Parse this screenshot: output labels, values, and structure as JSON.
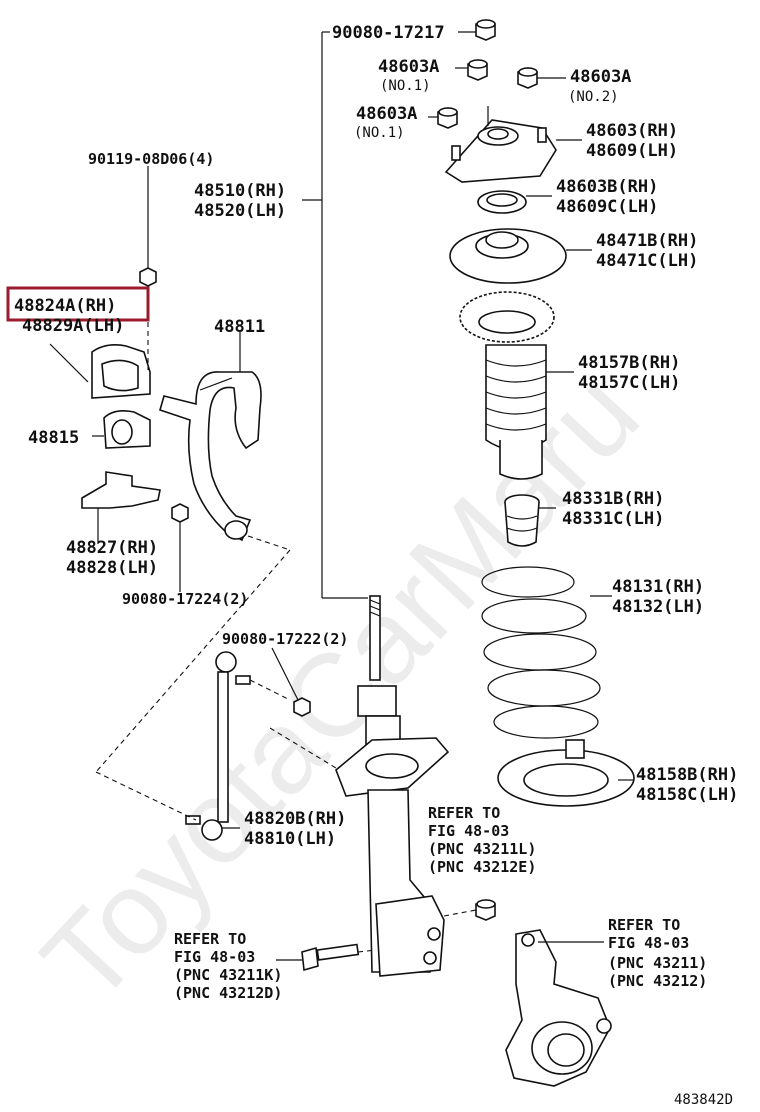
{
  "labels": {
    "p90080_17217": "90080-17217",
    "p48603a_1": "48603A",
    "p48603a_1_no": "(NO.1)",
    "p48603a_2": "48603A",
    "p48603a_2_no": "(NO.2)",
    "p48603a_3": "48603A",
    "p48603a_3_no": "(NO.1)",
    "p48603_rh": "48603(RH)",
    "p48609_lh": "48609(LH)",
    "p90119": "90119-08D06(4)",
    "p48510_rh": "48510(RH)",
    "p48520_lh": "48520(LH)",
    "p48603b_rh": "48603B(RH)",
    "p48609c_lh": "48609C(LH)",
    "p48471b_rh": "48471B(RH)",
    "p48471c_lh": "48471C(LH)",
    "p48824a_rh": "48824A(RH)",
    "p48829a_lh": "48829A(LH)",
    "p48811": "48811",
    "p48157b_rh": "48157B(RH)",
    "p48157c_lh": "48157C(LH)",
    "p48815": "48815",
    "p48331b_rh": "48331B(RH)",
    "p48331c_lh": "48331C(LH)",
    "p48827_rh": "48827(RH)",
    "p48828_lh": "48828(LH)",
    "p90080_17224": "90080-17224(2)",
    "p48131_rh": "48131(RH)",
    "p48132_lh": "48132(LH)",
    "p90080_17222": "90080-17222(2)",
    "p48158b_rh": "48158B(RH)",
    "p48158c_lh": "48158C(LH)",
    "p48820b_rh": "48820B(RH)",
    "p48810_lh": "48810(LH)",
    "ref1_l1": "REFER TO",
    "ref1_l2": "FIG 48-03",
    "ref1_l3": "(PNC 43211L)",
    "ref1_l4": "(PNC 43212E)",
    "ref2_l1": "REFER TO",
    "ref2_l2": "FIG 48-03",
    "ref2_l3": "(PNC 43211K)",
    "ref2_l4": "(PNC 43212D)",
    "ref3_l1": "REFER TO",
    "ref3_l2": "FIG 48-03",
    "ref3_l3": "(PNC 43211)",
    "ref3_l4": "(PNC 43212)",
    "diagram_code": "483842D"
  },
  "watermark": "ToyotaCarMaru",
  "colors": {
    "highlight": "#9b1c2e",
    "ink": "#111111"
  }
}
